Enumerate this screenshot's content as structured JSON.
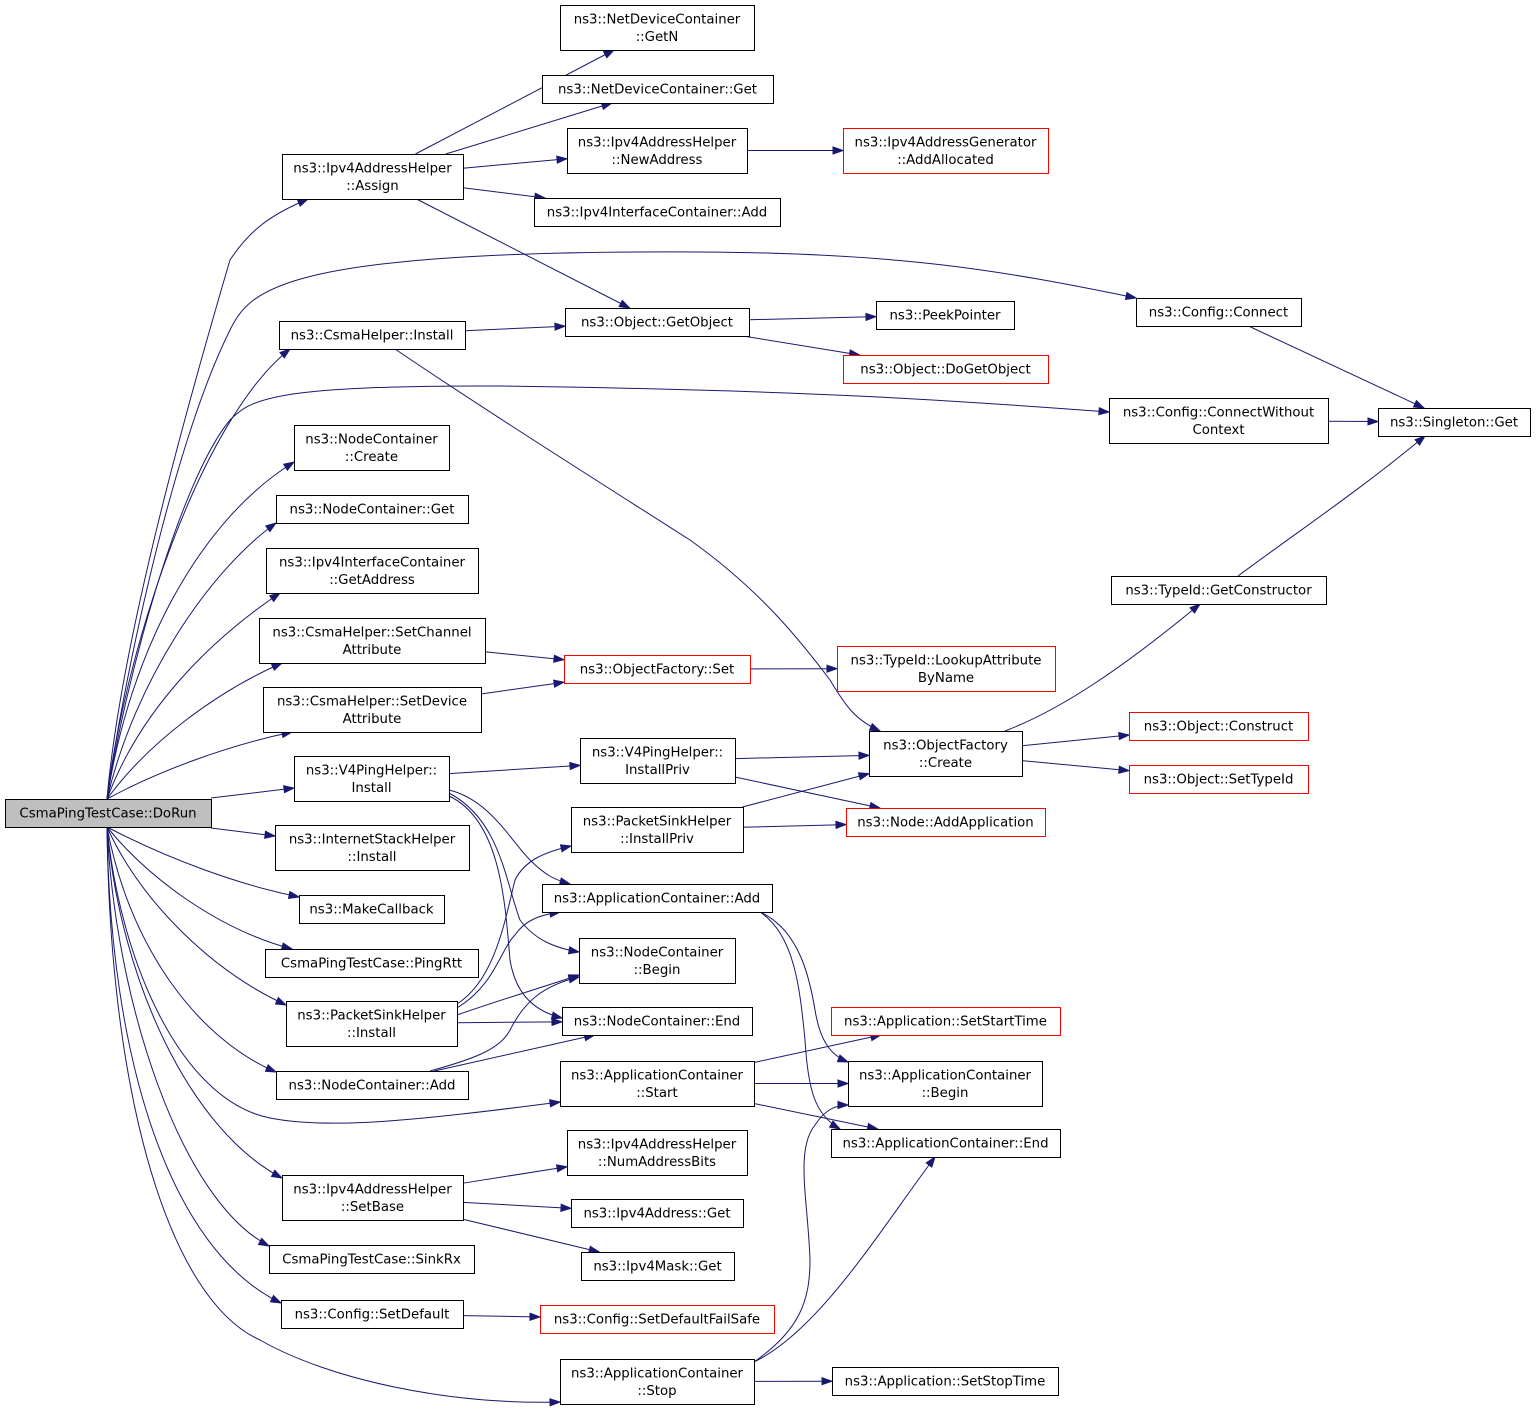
{
  "colors": {
    "edge": "#191970",
    "root_fill": "#bfbfbf",
    "normal_border": "#000000",
    "undocumented_border": "#ff0000",
    "background": "#ffffff"
  },
  "nodes": {
    "root": {
      "lines": [
        "CsmaPingTestCase::DoRun"
      ],
      "style": "root"
    },
    "ipv4ah_assign": {
      "lines": [
        "ns3::Ipv4AddressHelper",
        "::Assign"
      ],
      "style": "normal"
    },
    "ndc_getn": {
      "lines": [
        "ns3::NetDeviceContainer",
        "::GetN"
      ],
      "style": "normal"
    },
    "ndc_get": {
      "lines": [
        "ns3::NetDeviceContainer::Get"
      ],
      "style": "normal"
    },
    "ipv4ah_newaddr": {
      "lines": [
        "ns3::Ipv4AddressHelper",
        "::NewAddress"
      ],
      "style": "normal"
    },
    "ipv4ag_addalloc": {
      "lines": [
        "ns3::Ipv4AddressGenerator",
        "::AddAllocated"
      ],
      "style": "undocumented"
    },
    "ipv4ic_add": {
      "lines": [
        "ns3::Ipv4InterfaceContainer::Add"
      ],
      "style": "normal"
    },
    "config_connect": {
      "lines": [
        "ns3::Config::Connect"
      ],
      "style": "normal"
    },
    "csmah_install": {
      "lines": [
        "ns3::CsmaHelper::Install"
      ],
      "style": "normal"
    },
    "obj_getobject": {
      "lines": [
        "ns3::Object::GetObject"
      ],
      "style": "normal"
    },
    "peekpointer": {
      "lines": [
        "ns3::PeekPointer"
      ],
      "style": "normal"
    },
    "obj_dogetobject": {
      "lines": [
        "ns3::Object::DoGetObject"
      ],
      "style": "undocumented"
    },
    "config_cwc": {
      "lines": [
        "ns3::Config::ConnectWithout",
        "Context"
      ],
      "style": "normal"
    },
    "singleton_get": {
      "lines": [
        "ns3::Singleton::Get"
      ],
      "style": "normal"
    },
    "nc_create": {
      "lines": [
        "ns3::NodeContainer",
        "::Create"
      ],
      "style": "normal"
    },
    "nc_get": {
      "lines": [
        "ns3::NodeContainer::Get"
      ],
      "style": "normal"
    },
    "ipv4ic_getaddr": {
      "lines": [
        "ns3::Ipv4InterfaceContainer",
        "::GetAddress"
      ],
      "style": "normal"
    },
    "typeid_getctor": {
      "lines": [
        "ns3::TypeId::GetConstructor"
      ],
      "style": "normal"
    },
    "csmah_setchan": {
      "lines": [
        "ns3::CsmaHelper::SetChannel",
        "Attribute"
      ],
      "style": "normal"
    },
    "of_set": {
      "lines": [
        "ns3::ObjectFactory::Set"
      ],
      "style": "undocumented"
    },
    "typeid_lookup": {
      "lines": [
        "ns3::TypeId::LookupAttribute",
        "ByName"
      ],
      "style": "undocumented"
    },
    "csmah_setdev": {
      "lines": [
        "ns3::CsmaHelper::SetDevice",
        "Attribute"
      ],
      "style": "normal"
    },
    "obj_construct": {
      "lines": [
        "ns3::Object::Construct"
      ],
      "style": "undocumented"
    },
    "v4ph_install": {
      "lines": [
        "ns3::V4PingHelper::",
        "Install"
      ],
      "style": "normal"
    },
    "v4ph_installpriv": {
      "lines": [
        "ns3::V4PingHelper::",
        "InstallPriv"
      ],
      "style": "normal"
    },
    "of_create": {
      "lines": [
        "ns3::ObjectFactory",
        "::Create"
      ],
      "style": "normal"
    },
    "obj_settypeid": {
      "lines": [
        "ns3::Object::SetTypeId"
      ],
      "style": "undocumented"
    },
    "psh_installpriv": {
      "lines": [
        "ns3::PacketSinkHelper",
        "::InstallPriv"
      ],
      "style": "normal"
    },
    "node_addapp": {
      "lines": [
        "ns3::Node::AddApplication"
      ],
      "style": "undocumented"
    },
    "ish_install": {
      "lines": [
        "ns3::InternetStackHelper",
        "::Install"
      ],
      "style": "normal"
    },
    "makecallback": {
      "lines": [
        "ns3::MakeCallback"
      ],
      "style": "normal"
    },
    "ac_add": {
      "lines": [
        "ns3::ApplicationContainer::Add"
      ],
      "style": "normal"
    },
    "nc_begin": {
      "lines": [
        "ns3::NodeContainer",
        "::Begin"
      ],
      "style": "normal"
    },
    "pingrtt": {
      "lines": [
        "CsmaPingTestCase::PingRtt"
      ],
      "style": "normal"
    },
    "psh_install": {
      "lines": [
        "ns3::PacketSinkHelper",
        "::Install"
      ],
      "style": "normal"
    },
    "nc_end": {
      "lines": [
        "ns3::NodeContainer::End"
      ],
      "style": "normal"
    },
    "app_setstart": {
      "lines": [
        "ns3::Application::SetStartTime"
      ],
      "style": "undocumented"
    },
    "nc_add": {
      "lines": [
        "ns3::NodeContainer::Add"
      ],
      "style": "normal"
    },
    "ac_start": {
      "lines": [
        "ns3::ApplicationContainer",
        "::Start"
      ],
      "style": "normal"
    },
    "ac_begin": {
      "lines": [
        "ns3::ApplicationContainer",
        "::Begin"
      ],
      "style": "normal"
    },
    "ac_end": {
      "lines": [
        "ns3::ApplicationContainer::End"
      ],
      "style": "normal"
    },
    "ipv4ah_numbits": {
      "lines": [
        "ns3::Ipv4AddressHelper",
        "::NumAddressBits"
      ],
      "style": "normal"
    },
    "ipv4ah_setbase": {
      "lines": [
        "ns3::Ipv4AddressHelper",
        "::SetBase"
      ],
      "style": "normal"
    },
    "ipv4addr_get": {
      "lines": [
        "ns3::Ipv4Address::Get"
      ],
      "style": "normal"
    },
    "sinkrx": {
      "lines": [
        "CsmaPingTestCase::SinkRx"
      ],
      "style": "normal"
    },
    "ipv4mask_get": {
      "lines": [
        "ns3::Ipv4Mask::Get"
      ],
      "style": "normal"
    },
    "config_setdefault": {
      "lines": [
        "ns3::Config::SetDefault"
      ],
      "style": "normal"
    },
    "config_setdefaultfs": {
      "lines": [
        "ns3::Config::SetDefaultFailSafe"
      ],
      "style": "undocumented"
    },
    "ac_stop": {
      "lines": [
        "ns3::ApplicationContainer",
        "::Stop"
      ],
      "style": "normal"
    },
    "app_setstop": {
      "lines": [
        "ns3::Application::SetStopTime"
      ],
      "style": "normal"
    }
  },
  "edges": [
    [
      "root",
      "ipv4ah_assign"
    ],
    [
      "root",
      "config_connect"
    ],
    [
      "root",
      "csmah_install"
    ],
    [
      "root",
      "config_cwc"
    ],
    [
      "root",
      "nc_create"
    ],
    [
      "root",
      "nc_get"
    ],
    [
      "root",
      "ipv4ic_getaddr"
    ],
    [
      "root",
      "csmah_setchan"
    ],
    [
      "root",
      "csmah_setdev"
    ],
    [
      "root",
      "v4ph_install"
    ],
    [
      "root",
      "ish_install"
    ],
    [
      "root",
      "makecallback"
    ],
    [
      "root",
      "pingrtt"
    ],
    [
      "root",
      "psh_install"
    ],
    [
      "root",
      "nc_add"
    ],
    [
      "root",
      "ac_start"
    ],
    [
      "root",
      "ipv4ah_setbase"
    ],
    [
      "root",
      "sinkrx"
    ],
    [
      "root",
      "config_setdefault"
    ],
    [
      "root",
      "ac_stop"
    ],
    [
      "ipv4ah_assign",
      "ndc_getn"
    ],
    [
      "ipv4ah_assign",
      "ndc_get"
    ],
    [
      "ipv4ah_assign",
      "ipv4ah_newaddr"
    ],
    [
      "ipv4ah_assign",
      "ipv4ic_add"
    ],
    [
      "ipv4ah_assign",
      "obj_getobject"
    ],
    [
      "ipv4ah_newaddr",
      "ipv4ag_addalloc"
    ],
    [
      "config_connect",
      "singleton_get"
    ],
    [
      "csmah_install",
      "obj_getobject"
    ],
    [
      "csmah_install",
      "of_create"
    ],
    [
      "obj_getobject",
      "peekpointer"
    ],
    [
      "obj_getobject",
      "obj_dogetobject"
    ],
    [
      "config_cwc",
      "singleton_get"
    ],
    [
      "typeid_getctor",
      "singleton_get"
    ],
    [
      "csmah_setchan",
      "of_set"
    ],
    [
      "csmah_setdev",
      "of_set"
    ],
    [
      "of_set",
      "typeid_lookup"
    ],
    [
      "of_create",
      "typeid_getctor"
    ],
    [
      "of_create",
      "obj_construct"
    ],
    [
      "of_create",
      "obj_settypeid"
    ],
    [
      "v4ph_install",
      "v4ph_installpriv"
    ],
    [
      "v4ph_install",
      "ac_add"
    ],
    [
      "v4ph_install",
      "nc_begin"
    ],
    [
      "v4ph_install",
      "nc_end"
    ],
    [
      "v4ph_installpriv",
      "of_create"
    ],
    [
      "v4ph_installpriv",
      "node_addapp"
    ],
    [
      "psh_installpriv",
      "of_create"
    ],
    [
      "psh_installpriv",
      "node_addapp"
    ],
    [
      "psh_install",
      "psh_installpriv"
    ],
    [
      "psh_install",
      "ac_add"
    ],
    [
      "psh_install",
      "nc_begin"
    ],
    [
      "psh_install",
      "nc_end"
    ],
    [
      "nc_add",
      "nc_begin"
    ],
    [
      "nc_add",
      "nc_end"
    ],
    [
      "ac_add",
      "ac_begin"
    ],
    [
      "ac_add",
      "ac_end"
    ],
    [
      "ac_start",
      "app_setstart"
    ],
    [
      "ac_start",
      "ac_begin"
    ],
    [
      "ac_start",
      "ac_end"
    ],
    [
      "ipv4ah_setbase",
      "ipv4ah_numbits"
    ],
    [
      "ipv4ah_setbase",
      "ipv4addr_get"
    ],
    [
      "ipv4ah_setbase",
      "ipv4mask_get"
    ],
    [
      "config_setdefault",
      "config_setdefaultfs"
    ],
    [
      "ac_stop",
      "ac_begin"
    ],
    [
      "ac_stop",
      "ac_end"
    ],
    [
      "ac_stop",
      "app_setstop"
    ]
  ]
}
